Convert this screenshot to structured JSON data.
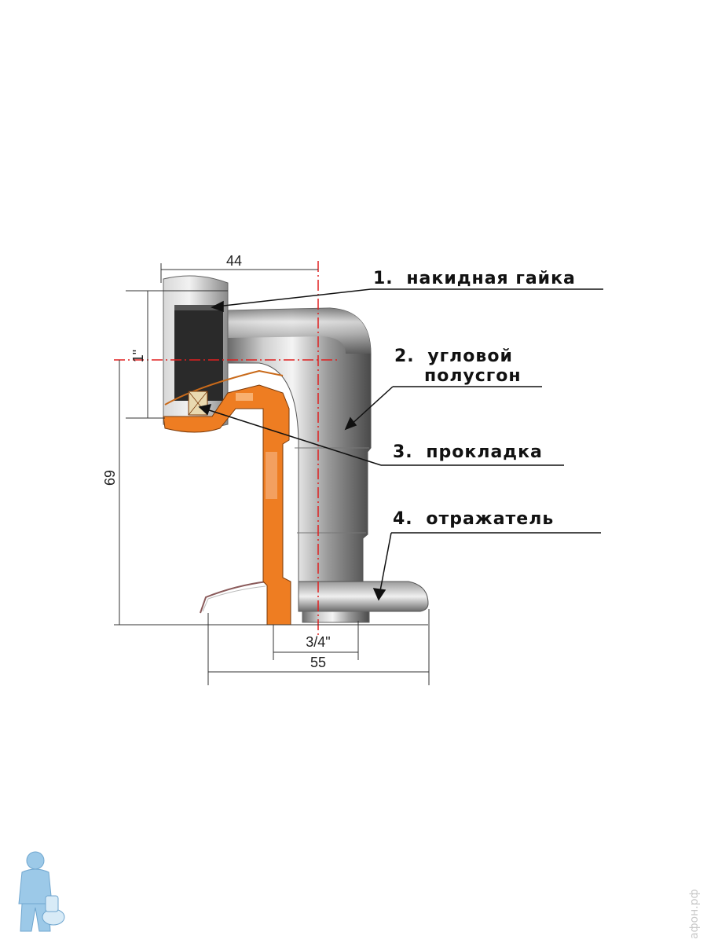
{
  "dimensions": {
    "top_width": "44",
    "nut_thread": "1\"",
    "height": "69",
    "outlet_thread": "3/4\"",
    "bottom_width": "55"
  },
  "callouts": [
    {
      "number": "1.",
      "text": "накидная гайка"
    },
    {
      "number": "2.",
      "text": "угловой",
      "text2": "полусгон"
    },
    {
      "number": "3.",
      "text": "прокладка"
    },
    {
      "number": "4.",
      "text": "отражатель"
    }
  ],
  "watermark": "афон.рф",
  "colors": {
    "section": "#ee7d22",
    "axis": "#e02020",
    "chrome_light": "#e8e8e8",
    "chrome_dark": "#5a5a5a",
    "logo": "#9cc9e8"
  },
  "logo_icon": "plumber-logo-icon"
}
